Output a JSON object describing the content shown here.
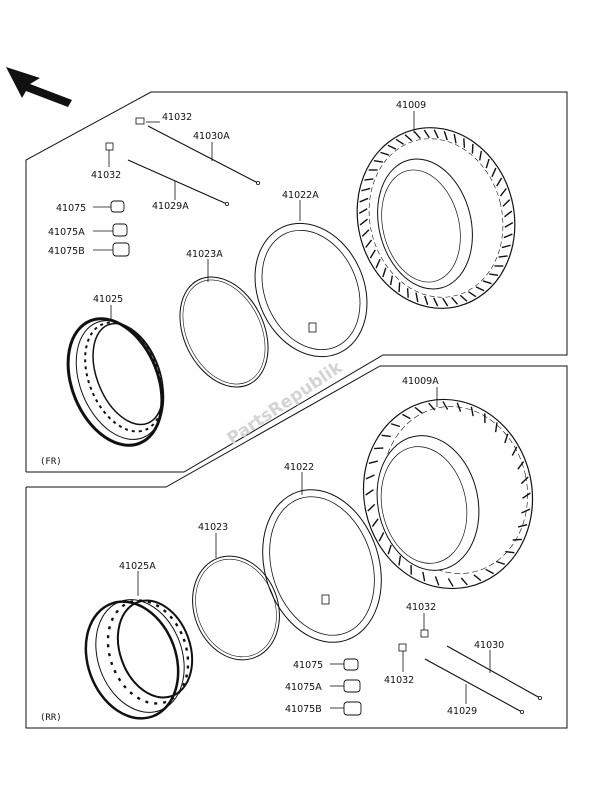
{
  "watermark": "PartsRepublik",
  "front": {
    "section_label": "(FR)",
    "parts": {
      "tire": "41009",
      "tube": "41022A",
      "rim_band": "41023A",
      "rim": "41025",
      "spoke_long": "41030A",
      "spoke_short": "41029A",
      "nipple_a": "41032",
      "nipple_b": "41032",
      "weight": "41075",
      "weight_a": "41075A",
      "weight_b": "41075B"
    }
  },
  "rear": {
    "section_label": "(RR)",
    "parts": {
      "tire": "41009A",
      "tube": "41022",
      "rim_band": "41023",
      "rim": "41025A",
      "spoke_long": "41030",
      "spoke_short": "41029",
      "nipple_a": "41032",
      "nipple_b": "41032",
      "weight": "41075",
      "weight_a": "41075A",
      "weight_b": "41075B"
    }
  }
}
